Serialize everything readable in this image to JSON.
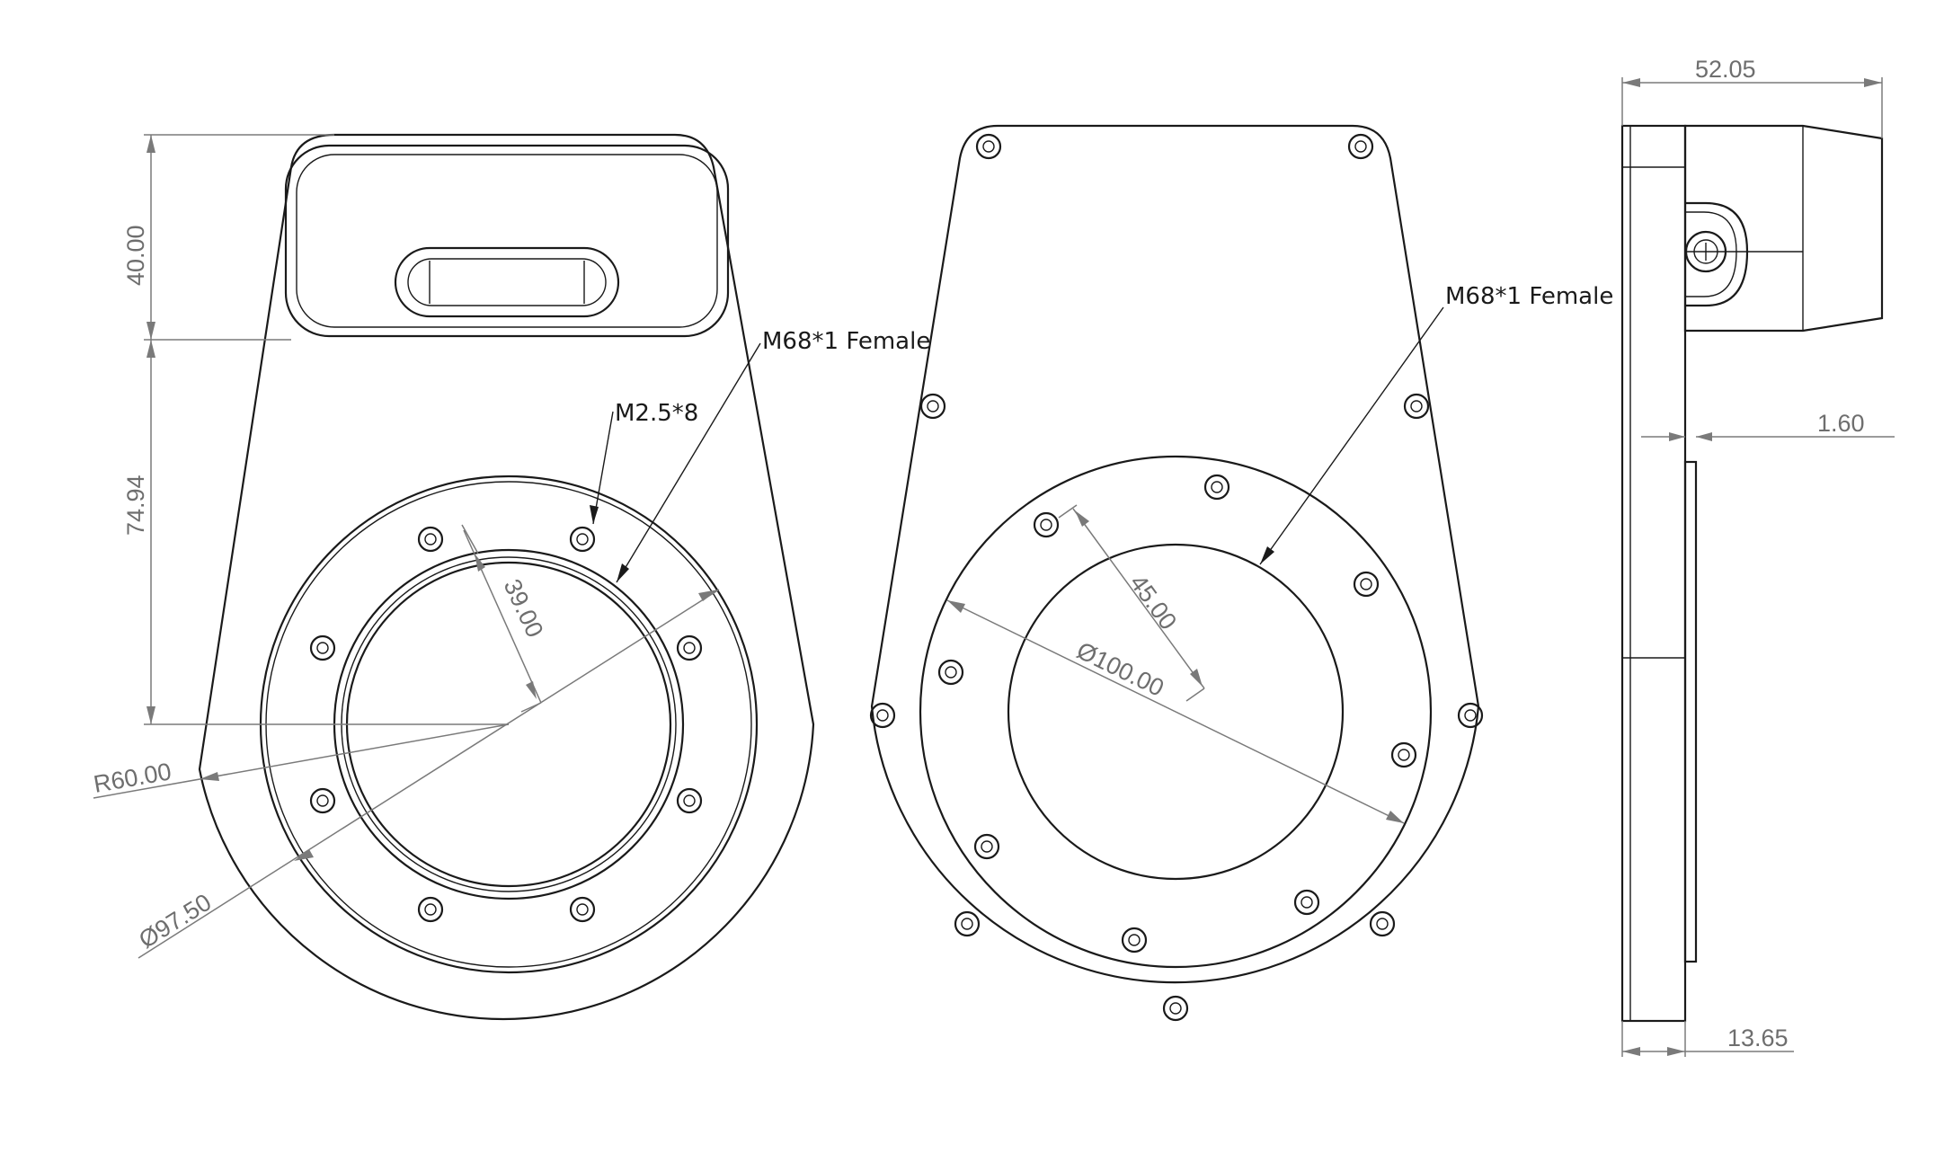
{
  "colors": {
    "outline": "#1a1a1a",
    "dimension": "#7a7a7a",
    "background": "#ffffff"
  },
  "callouts": {
    "left_bore_thread": "M68*1 Female",
    "screw_spec": "M2.5*8",
    "right_bore_thread": "M68*1 Female"
  },
  "dimensions": {
    "slot_height": "40.00",
    "center_offset": "74.94",
    "radius": "R60.00",
    "flange_diameter": "Ø97.50",
    "ring_radius_left": "39.00",
    "ring_radius_right": "45.00",
    "plate_diameter": "Ø100.00",
    "side_width": "52.05",
    "plate_thickness": "1.60",
    "base_thickness": "13.65"
  }
}
